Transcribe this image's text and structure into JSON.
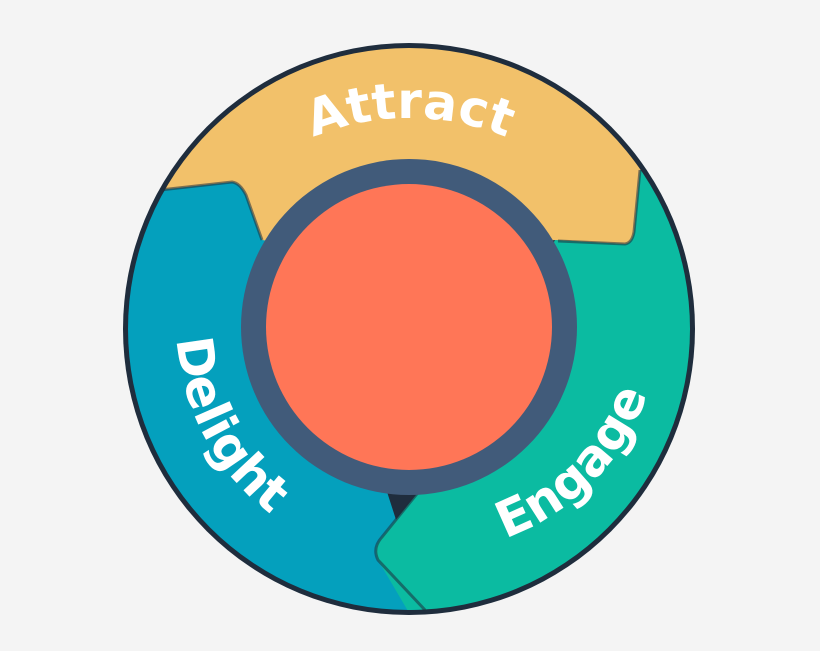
{
  "diagram": {
    "stages": [
      {
        "id": "attract",
        "label": "Attract",
        "color": "#f2c16a"
      },
      {
        "id": "engage",
        "label": "Engage",
        "color": "#0bbba1"
      },
      {
        "id": "delight",
        "label": "Delight",
        "color": "#04a0bd"
      }
    ],
    "center": {
      "fill": "#ff7657",
      "ring": "#415b7a"
    },
    "outline": "#1f2d3d",
    "background": "#f4f4f4"
  }
}
